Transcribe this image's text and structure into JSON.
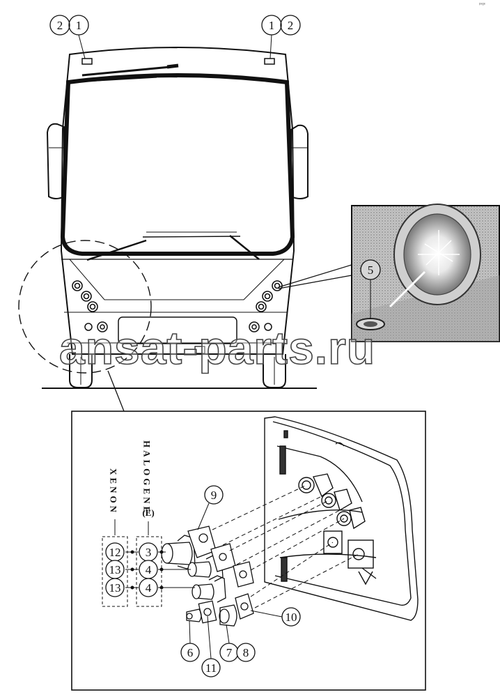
{
  "corner_mark": "ᵖᵃᵍᵉ",
  "watermark": "ansat-parts.ru",
  "vertical_labels": {
    "xenon": "XENON",
    "halogene": "HALOGENE",
    "halogene_suffix": "(E)"
  },
  "callouts": {
    "top_left_a": "2",
    "top_left_b": "1",
    "top_right_a": "1",
    "top_right_b": "2",
    "inset_5": "5",
    "n9": "9",
    "n12": "12",
    "n13a": "13",
    "n13b": "13",
    "n3": "3",
    "n4a": "4",
    "n4b": "4",
    "n6": "6",
    "n11": "11",
    "n7": "7",
    "n8": "8",
    "n10": "10"
  },
  "colors": {
    "ink": "#111111",
    "photo_bg": "#b9b9b9"
  }
}
